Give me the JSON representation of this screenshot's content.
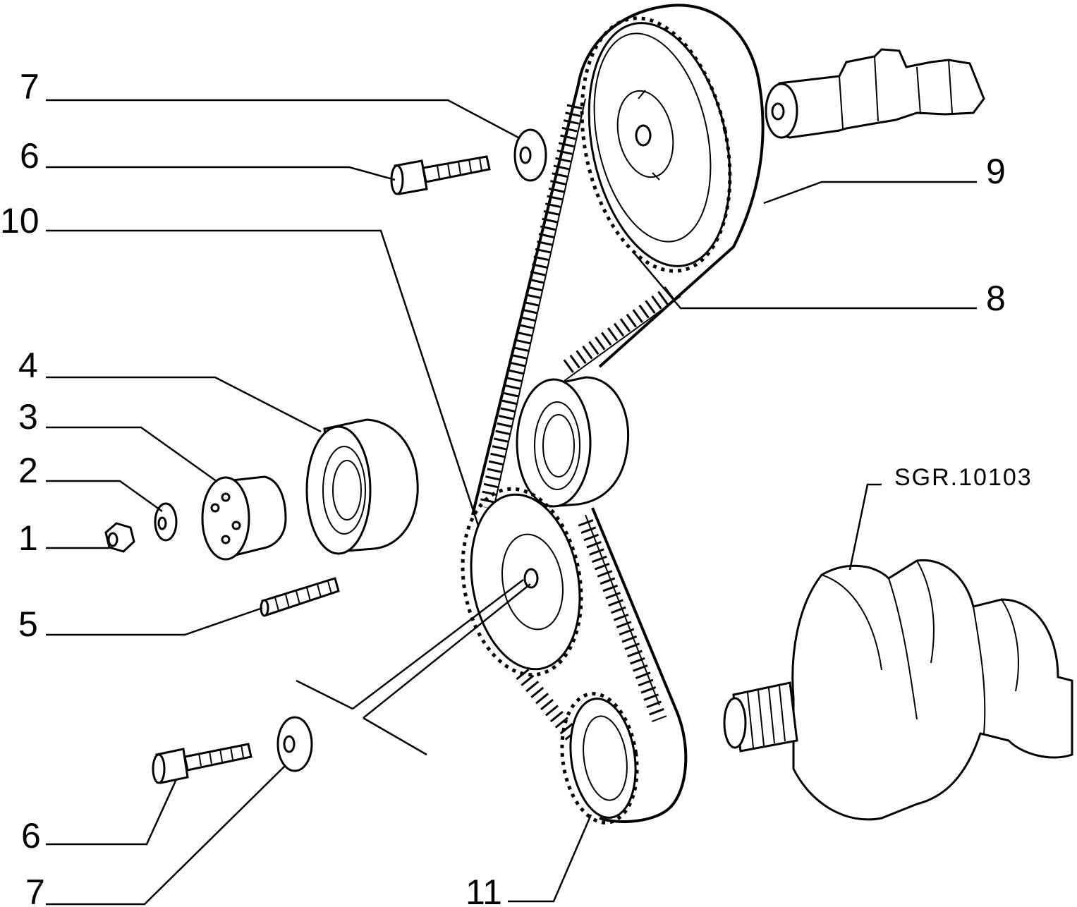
{
  "drawing_code": "SGR.10103",
  "callouts": [
    {
      "id": "c7-top",
      "text": "7"
    },
    {
      "id": "c6-top",
      "text": "6"
    },
    {
      "id": "c10",
      "text": "10"
    },
    {
      "id": "c4",
      "text": "4"
    },
    {
      "id": "c3",
      "text": "3"
    },
    {
      "id": "c2",
      "text": "2"
    },
    {
      "id": "c1",
      "text": "1"
    },
    {
      "id": "c5",
      "text": "5"
    },
    {
      "id": "c9",
      "text": "9"
    },
    {
      "id": "c8",
      "text": "8"
    },
    {
      "id": "c6-bottom",
      "text": "6"
    },
    {
      "id": "c7-bottom",
      "text": "7"
    },
    {
      "id": "c11",
      "text": "11"
    }
  ]
}
